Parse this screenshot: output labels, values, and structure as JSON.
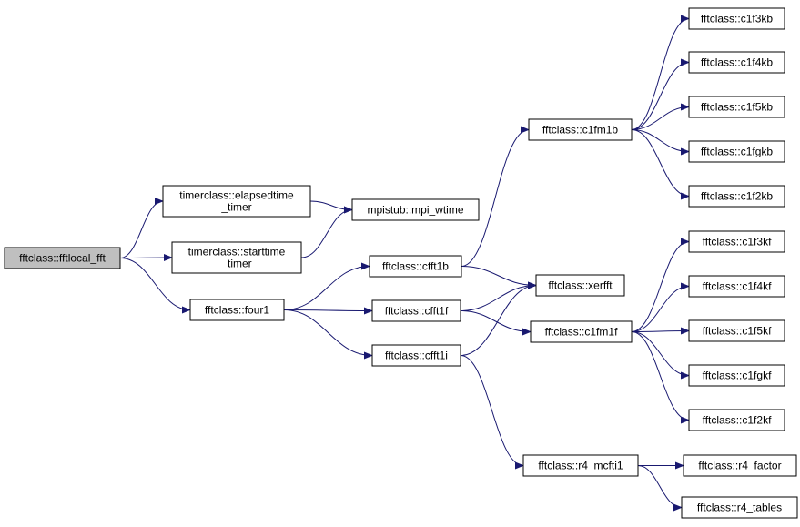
{
  "diagram": {
    "edge_color": "#191970",
    "root_fill": "#bfbfbf",
    "nodes": [
      {
        "id": "fftlocal_fft",
        "lines": [
          "fftclass::fftlocal_fft"
        ],
        "root": true
      },
      {
        "id": "elapsedtime_timer",
        "lines": [
          "timerclass::elapsedtime",
          "_timer"
        ]
      },
      {
        "id": "starttime_timer",
        "lines": [
          "timerclass::starttime",
          "_timer"
        ]
      },
      {
        "id": "four1",
        "lines": [
          "fftclass::four1"
        ]
      },
      {
        "id": "mpi_wtime",
        "lines": [
          "mpistub::mpi_wtime"
        ]
      },
      {
        "id": "cfft1b",
        "lines": [
          "fftclass::cfft1b"
        ]
      },
      {
        "id": "cfft1f",
        "lines": [
          "fftclass::cfft1f"
        ]
      },
      {
        "id": "cfft1i",
        "lines": [
          "fftclass::cfft1i"
        ]
      },
      {
        "id": "c1fm1b",
        "lines": [
          "fftclass::c1fm1b"
        ]
      },
      {
        "id": "xerfft",
        "lines": [
          "fftclass::xerfft"
        ]
      },
      {
        "id": "c1fm1f",
        "lines": [
          "fftclass::c1fm1f"
        ]
      },
      {
        "id": "r4_mcfti1",
        "lines": [
          "fftclass::r4_mcfti1"
        ]
      },
      {
        "id": "c1f3kb",
        "lines": [
          "fftclass::c1f3kb"
        ]
      },
      {
        "id": "c1f4kb",
        "lines": [
          "fftclass::c1f4kb"
        ]
      },
      {
        "id": "c1f5kb",
        "lines": [
          "fftclass::c1f5kb"
        ]
      },
      {
        "id": "c1fgkb",
        "lines": [
          "fftclass::c1fgkb"
        ]
      },
      {
        "id": "c1f2kb",
        "lines": [
          "fftclass::c1f2kb"
        ]
      },
      {
        "id": "c1f3kf",
        "lines": [
          "fftclass::c1f3kf"
        ]
      },
      {
        "id": "c1f4kf",
        "lines": [
          "fftclass::c1f4kf"
        ]
      },
      {
        "id": "c1f5kf",
        "lines": [
          "fftclass::c1f5kf"
        ]
      },
      {
        "id": "c1fgkf",
        "lines": [
          "fftclass::c1fgkf"
        ]
      },
      {
        "id": "c1f2kf",
        "lines": [
          "fftclass::c1f2kf"
        ]
      },
      {
        "id": "r4_factor",
        "lines": [
          "fftclass::r4_factor"
        ]
      },
      {
        "id": "r4_tables",
        "lines": [
          "fftclass::r4_tables"
        ]
      }
    ],
    "edges": [
      {
        "from": "fftlocal_fft",
        "to": "elapsedtime_timer"
      },
      {
        "from": "fftlocal_fft",
        "to": "starttime_timer"
      },
      {
        "from": "fftlocal_fft",
        "to": "four1"
      },
      {
        "from": "elapsedtime_timer",
        "to": "mpi_wtime"
      },
      {
        "from": "starttime_timer",
        "to": "mpi_wtime"
      },
      {
        "from": "four1",
        "to": "cfft1b"
      },
      {
        "from": "four1",
        "to": "cfft1f"
      },
      {
        "from": "four1",
        "to": "cfft1i"
      },
      {
        "from": "cfft1b",
        "to": "c1fm1b"
      },
      {
        "from": "cfft1b",
        "to": "xerfft"
      },
      {
        "from": "cfft1f",
        "to": "xerfft"
      },
      {
        "from": "cfft1f",
        "to": "c1fm1f"
      },
      {
        "from": "cfft1i",
        "to": "xerfft"
      },
      {
        "from": "cfft1i",
        "to": "r4_mcfti1"
      },
      {
        "from": "c1fm1b",
        "to": "c1f3kb"
      },
      {
        "from": "c1fm1b",
        "to": "c1f4kb"
      },
      {
        "from": "c1fm1b",
        "to": "c1f5kb"
      },
      {
        "from": "c1fm1b",
        "to": "c1fgkb"
      },
      {
        "from": "c1fm1b",
        "to": "c1f2kb"
      },
      {
        "from": "c1fm1f",
        "to": "c1f3kf"
      },
      {
        "from": "c1fm1f",
        "to": "c1f4kf"
      },
      {
        "from": "c1fm1f",
        "to": "c1f5kf"
      },
      {
        "from": "c1fm1f",
        "to": "c1fgkf"
      },
      {
        "from": "c1fm1f",
        "to": "c1f2kf"
      },
      {
        "from": "r4_mcfti1",
        "to": "r4_factor"
      },
      {
        "from": "r4_mcfti1",
        "to": "r4_tables"
      }
    ]
  }
}
